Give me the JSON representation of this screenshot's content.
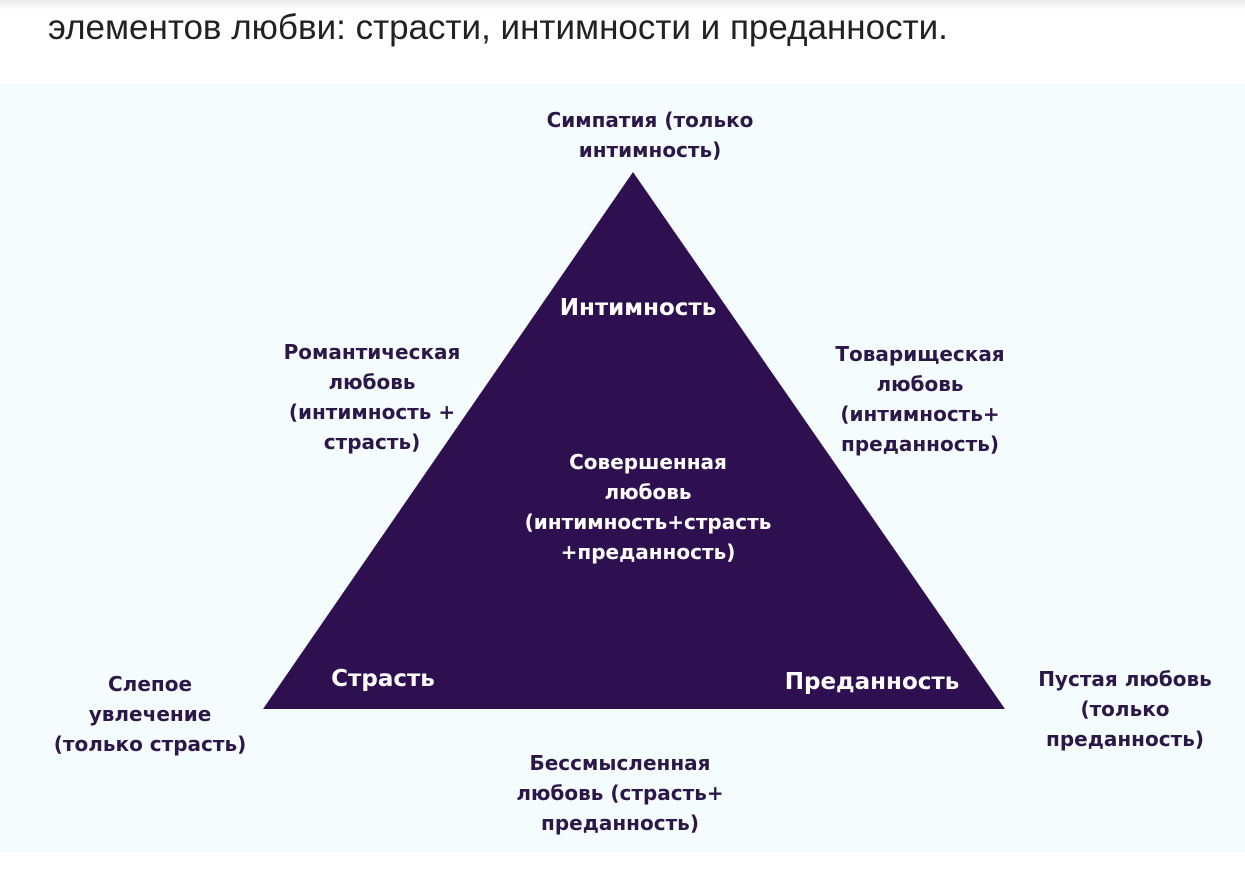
{
  "header": {
    "text": "элементов любви: страсти, интимности и преданности."
  },
  "diagram": {
    "triangle_color": "#2e1050",
    "background_color": "#f5fcfd",
    "vertices": {
      "top": "Интимность",
      "bottom_left": "Страсть",
      "bottom_right": "Преданность"
    },
    "center": {
      "lines": [
        "Совершенная",
        "любовь",
        "(интимность+страсть",
        "+преданность)"
      ]
    },
    "outside": {
      "top": {
        "lines": [
          "Симпатия (только",
          "интимность)"
        ]
      },
      "left_side": {
        "lines": [
          "Романтическая",
          "любовь",
          "(интимность +",
          "страсть)"
        ]
      },
      "right_side": {
        "lines": [
          "Товарищеская",
          "любовь",
          "(интимность+",
          "преданность)"
        ]
      },
      "bottom_left": {
        "lines": [
          "Слепое",
          "увлечение",
          "(только страсть)"
        ]
      },
      "bottom_right": {
        "lines": [
          "Пустая любовь",
          "(только",
          "преданность)"
        ]
      },
      "bottom": {
        "lines": [
          "Бессмысленная",
          "любовь (страсть+",
          "преданность)"
        ]
      }
    }
  }
}
